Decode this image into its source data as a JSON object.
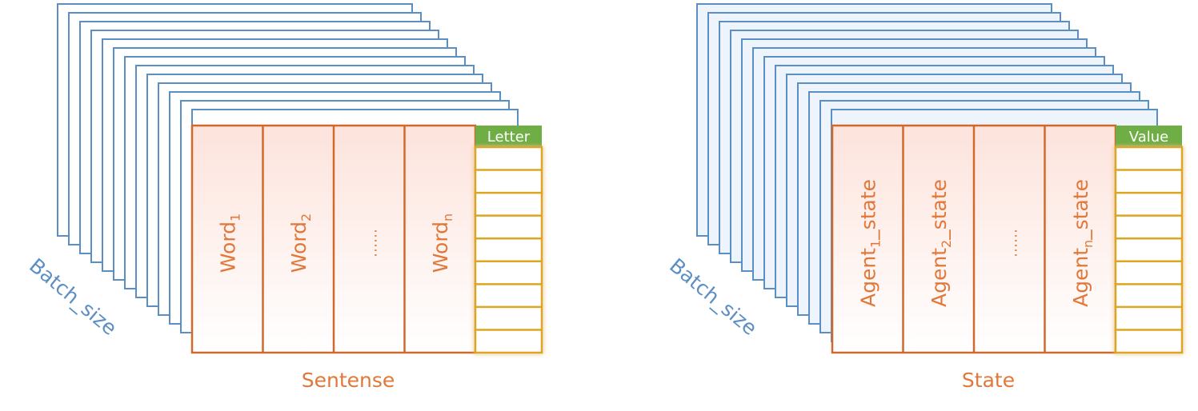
{
  "colors": {
    "stack_stroke": "#5b8fc4",
    "matrix_stroke": "#d06a2c",
    "matrix_fill": "#fde8e2",
    "text_orange": "#e0783a",
    "header_green": "#6fad45",
    "header_text": "#ffffff",
    "column_stroke": "#dca520",
    "batch_text": "#5b8fc4"
  },
  "diagrams": [
    {
      "id": "left",
      "batch_label": "Batch_size",
      "bottom_label": "Sentense",
      "header_label": "Letter",
      "columns": [
        {
          "base": "Word",
          "sub": "1",
          "tail": ""
        },
        {
          "base": "Word",
          "sub": "2",
          "tail": ""
        },
        {
          "base": "……",
          "sub": "",
          "tail": ""
        },
        {
          "base": "Word",
          "sub": "n",
          "tail": ""
        }
      ],
      "stack_fill": "#ffffff"
    },
    {
      "id": "right",
      "batch_label": "Batch_size",
      "bottom_label": "State",
      "header_label": "Value",
      "columns": [
        {
          "base": "Agent",
          "sub": "1",
          "tail": "_state"
        },
        {
          "base": "Agent",
          "sub": "2",
          "tail": "_state"
        },
        {
          "base": "……",
          "sub": "",
          "tail": ""
        },
        {
          "base": "Agent",
          "sub": "n",
          "tail": "_state"
        }
      ],
      "stack_fill": "#eef4fb"
    }
  ]
}
